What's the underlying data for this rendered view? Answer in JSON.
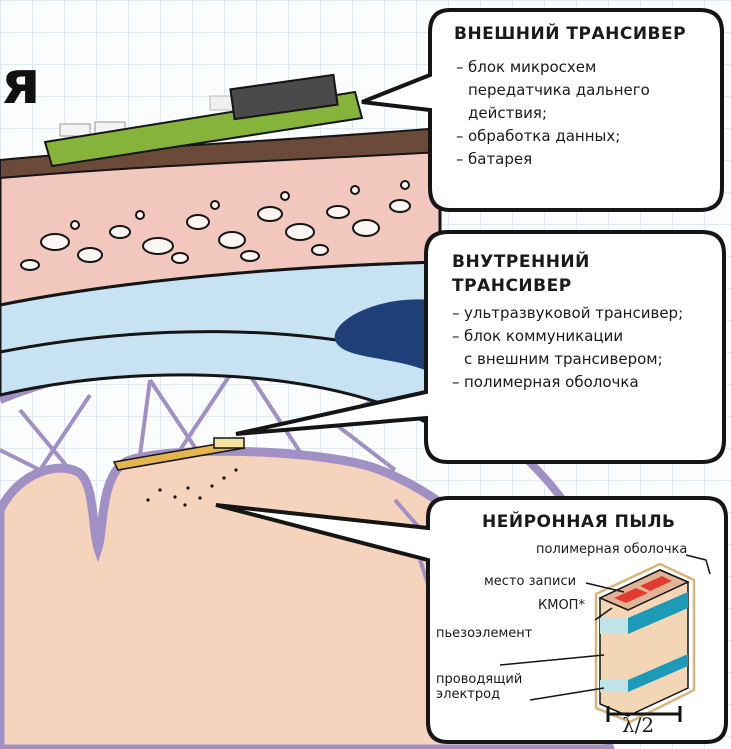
{
  "cropped_heading_fragment": "я",
  "external": {
    "title": "ВНЕШНИЙ ТРАНСИВЕР",
    "items": [
      {
        "dash": "–",
        "text": "блок микросхем"
      },
      {
        "dash": "",
        "text": "передатчика дальнего"
      },
      {
        "dash": "",
        "text": "действия;"
      },
      {
        "dash": "–",
        "text": "обработка данных;"
      },
      {
        "dash": "–",
        "text": "батарея"
      }
    ]
  },
  "internal": {
    "title_line1": "ВНУТРЕННИЙ",
    "title_line2": "ТРАНСИВЕР",
    "items": [
      {
        "dash": "–",
        "text": "ультразвуковой трансивер;"
      },
      {
        "dash": "–",
        "text": "блок коммуникации"
      },
      {
        "dash": "",
        "text": "с внешним трансивером;"
      },
      {
        "dash": "–",
        "text": "полимерная оболочка"
      }
    ]
  },
  "dust": {
    "title": "НЕЙРОННАЯ ПЫЛЬ",
    "labels": {
      "polymer": "полимерная оболочка",
      "record_site": "место записи",
      "cmos": "КМОП*",
      "piezo": "пьезоэлемент",
      "electrode_line1": "проводящий",
      "electrode_line2": "электрод",
      "lambda": "λ/2"
    }
  },
  "colors": {
    "outline": "#151515",
    "skin": "#6b4a3a",
    "pcb": "#86b33a",
    "bone": "#f2c7bd",
    "dura": "#c7e3f3",
    "vessel": "#1f3f78",
    "arachnoid": "#a090c4",
    "brain": "#f5d3bd",
    "implant": "#e3b54c"
  }
}
